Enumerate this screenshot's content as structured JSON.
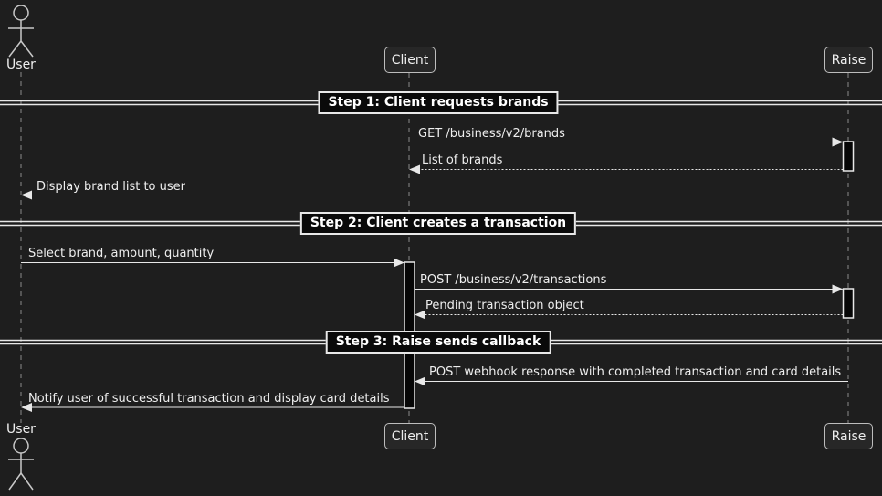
{
  "actors": {
    "user": {
      "label": "User",
      "type": "actor"
    },
    "client": {
      "label": "Client",
      "type": "participant"
    },
    "raise": {
      "label": "Raise",
      "type": "participant"
    }
  },
  "dividers": [
    {
      "label": "Step 1: Client requests brands"
    },
    {
      "label": "Step 2: Client creates a transaction"
    },
    {
      "label": "Step 3: Raise sends callback"
    }
  ],
  "messages": [
    {
      "text": "GET /business/v2/brands",
      "from": "Client",
      "to": "Raise",
      "style": "solid"
    },
    {
      "text": "List of brands",
      "from": "Raise",
      "to": "Client",
      "style": "dashed"
    },
    {
      "text": "Display brand list to user",
      "from": "Client",
      "to": "User",
      "style": "dashed"
    },
    {
      "text": "Select brand, amount, quantity",
      "from": "User",
      "to": "Client",
      "style": "solid"
    },
    {
      "text": "POST /business/v2/transactions",
      "from": "Client",
      "to": "Raise",
      "style": "solid"
    },
    {
      "text": "Pending transaction object",
      "from": "Raise",
      "to": "Client",
      "style": "dashed"
    },
    {
      "text": "POST webhook response with completed transaction and card details",
      "from": "Raise",
      "to": "Client",
      "style": "solid"
    },
    {
      "text": "Notify user of successful transaction and display card details",
      "from": "Client",
      "to": "User",
      "style": "solid"
    }
  ],
  "colors": {
    "background": "#1e1e1e",
    "foreground": "#e8e8e8",
    "text": "#eeeeee",
    "lifeline": "#8a8a8a",
    "participant_fill": "#272727",
    "participant_border": "#bdbdbd",
    "activation_fill": "#060606",
    "divider_fill": "#0a0a0a"
  }
}
